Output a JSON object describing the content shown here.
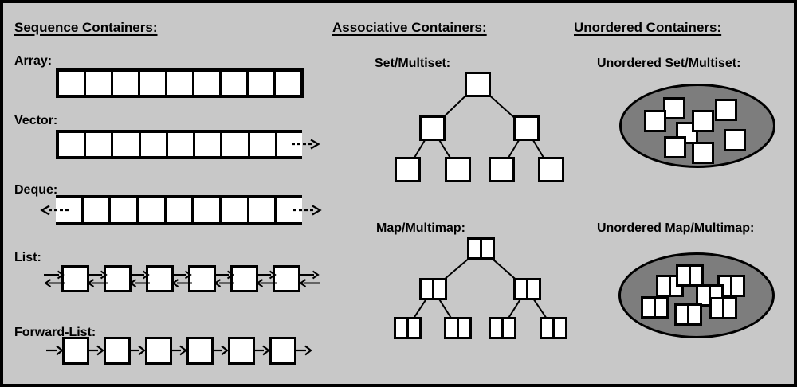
{
  "colors": {
    "bg": "#c8c8c8",
    "ink": "#000000",
    "node": "#ffffff",
    "bucket": "#7d7d7d"
  },
  "headings": {
    "sequence": "Sequence Containers:",
    "associative": "Associative Containers:",
    "unordered": "Unordered Containers:"
  },
  "sequence": {
    "array": {
      "label": "Array:",
      "cells": 9
    },
    "vector": {
      "label": "Vector:",
      "cells": 9,
      "open_right": true
    },
    "deque": {
      "label": "Deque:",
      "cells": 9,
      "open_left": true,
      "open_right": true
    },
    "list": {
      "label": "List:",
      "nodes": 6,
      "link": "double"
    },
    "forward_list": {
      "label": "Forward-List:",
      "nodes": 6,
      "link": "single"
    }
  },
  "associative": {
    "set": {
      "label": "Set/Multiset:",
      "node": "single",
      "tree_nodes": 7
    },
    "map": {
      "label": "Map/Multimap:",
      "node": "pair",
      "tree_nodes": 7
    }
  },
  "unordered": {
    "set": {
      "label": "Unordered Set/Multiset:",
      "node": "single",
      "items": 8
    },
    "map": {
      "label": "Unordered Map/Multimap:",
      "node": "pair",
      "items": 7
    }
  }
}
